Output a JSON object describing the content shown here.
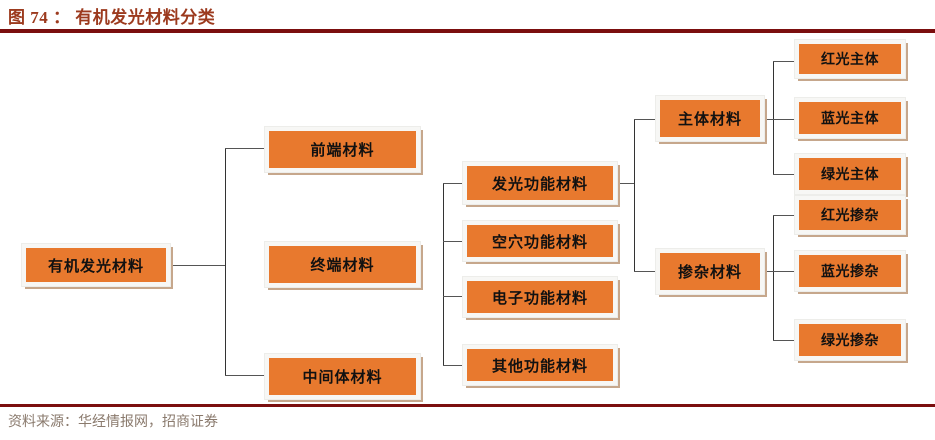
{
  "header": {
    "label": "图 74",
    "separator": "：",
    "title": "有机发光材料分类",
    "full_title": "图 74 ： 有机发光材料分类",
    "rule_color": "#7B0E0E",
    "title_color": "#9C3A1E"
  },
  "footer": {
    "source_text": "资料来源：华经情报网，招商证券",
    "rule_color": "#7B0E0E",
    "text_color": "#8A7A6D"
  },
  "theme": {
    "node_fill": "#E8792E",
    "node_border": "#F7F7F5",
    "node_shadow": "#C6A78C",
    "connector_color": "#555555",
    "text_color": "#111111",
    "background": "#FFFFFF"
  },
  "chart_data": {
    "type": "diagram",
    "diagram_type": "tree",
    "orientation": "left-to-right",
    "title": "有机发光材料分类",
    "root": "有机发光材料",
    "levels": 5,
    "nodes": [
      {
        "id": "root",
        "label": "有机发光材料",
        "level": 1,
        "parent": null
      },
      {
        "id": "front",
        "label": "前端材料",
        "level": 2,
        "parent": "root"
      },
      {
        "id": "terminal",
        "label": "终端材料",
        "level": 2,
        "parent": "root"
      },
      {
        "id": "intermediate",
        "label": "中间体材料",
        "level": 2,
        "parent": "root"
      },
      {
        "id": "emissive",
        "label": "发光功能材料",
        "level": 3,
        "parent": "terminal"
      },
      {
        "id": "hole",
        "label": "空穴功能材料",
        "level": 3,
        "parent": "terminal"
      },
      {
        "id": "electron",
        "label": "电子功能材料",
        "level": 3,
        "parent": "terminal"
      },
      {
        "id": "other",
        "label": "其他功能材料",
        "level": 3,
        "parent": "terminal"
      },
      {
        "id": "host",
        "label": "主体材料",
        "level": 4,
        "parent": "emissive"
      },
      {
        "id": "dopant",
        "label": "掺杂材料",
        "level": 4,
        "parent": "emissive"
      },
      {
        "id": "host-red",
        "label": "红光主体",
        "level": 5,
        "parent": "host"
      },
      {
        "id": "host-blue",
        "label": "蓝光主体",
        "level": 5,
        "parent": "host"
      },
      {
        "id": "host-green",
        "label": "绿光主体",
        "level": 5,
        "parent": "host"
      },
      {
        "id": "dopant-red",
        "label": "红光掺杂",
        "level": 5,
        "parent": "dopant"
      },
      {
        "id": "dopant-blue",
        "label": "蓝光掺杂",
        "level": 5,
        "parent": "dopant"
      },
      {
        "id": "dopant-green",
        "label": "绿光掺杂",
        "level": 5,
        "parent": "dopant"
      }
    ],
    "columns": [
      {
        "level": 1,
        "labels": [
          "有机发光材料"
        ]
      },
      {
        "level": 2,
        "labels": [
          "前端材料",
          "终端材料",
          "中间体材料"
        ]
      },
      {
        "level": 3,
        "labels": [
          "发光功能材料",
          "空穴功能材料",
          "电子功能材料",
          "其他功能材料"
        ]
      },
      {
        "level": 4,
        "labels": [
          "主体材料",
          "掺杂材料"
        ]
      },
      {
        "level": 5,
        "labels": [
          "红光主体",
          "蓝光主体",
          "绿光主体",
          "红光掺杂",
          "蓝光掺杂",
          "绿光掺杂"
        ]
      }
    ]
  }
}
